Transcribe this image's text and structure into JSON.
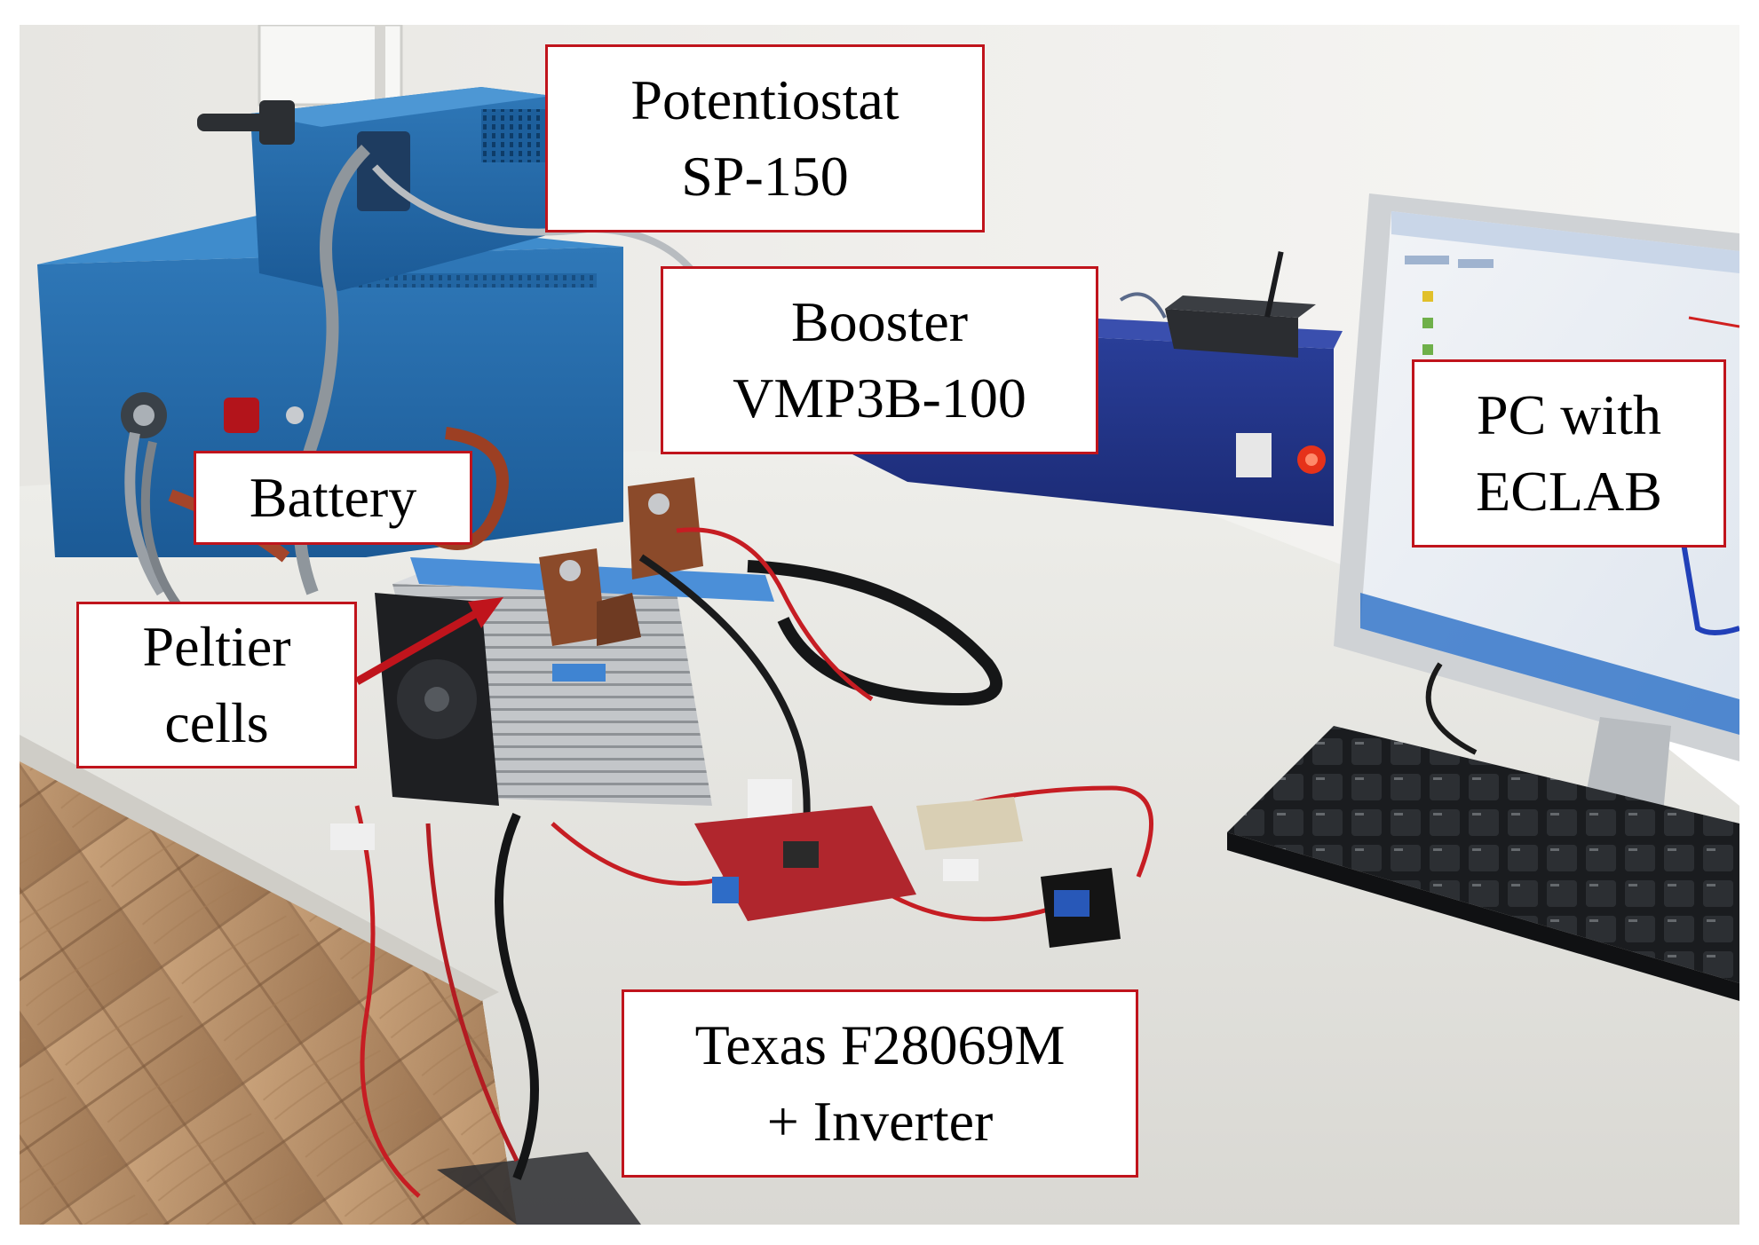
{
  "figure": {
    "subject": "Laboratory test bench photograph",
    "accent_color": "#c0141c"
  },
  "callouts": {
    "potentiostat": {
      "line1": "Potentiostat",
      "line2": "SP-150"
    },
    "booster": {
      "line1": "Booster",
      "line2": "VMP3B-100"
    },
    "battery": {
      "line1": "Battery"
    },
    "peltier": {
      "line1": "Peltier",
      "line2": "cells"
    },
    "pc": {
      "line1": "PC with",
      "line2": "ECLAB"
    },
    "texas": {
      "line1": "Texas F28069M",
      "line2": "+ Inverter"
    }
  }
}
